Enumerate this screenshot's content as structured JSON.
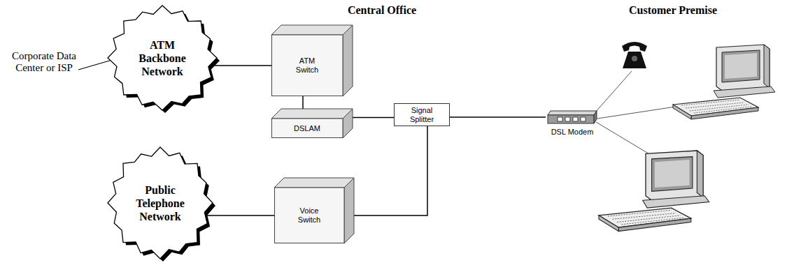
{
  "diagram": {
    "nodes": [
      {
        "text": [
          "ATM Backbone Network"
        ]
      },
      {
        "text": [
          "ATM Switch"
        ]
      },
      {
        "text": [
          "DSLAM"
        ]
      },
      {
        "text": [
          "Signal Splitter"
        ]
      },
      {
        "text": [
          "DSL Modem"
        ]
      },
      {
        "text": [
          "Public Telephone Network"
        ]
      },
      {
        "text": [
          "Voice Switch"
        ]
      }
    ],
    "edges": [
      {
        "from": 0,
        "to": 1,
        "arrow": "none"
      },
      {
        "from": 1,
        "to": 2,
        "arrow": "none"
      },
      {
        "from": 2,
        "to": 3,
        "arrow": "none"
      },
      {
        "from": 3,
        "to": 4,
        "arrow": "none"
      },
      {
        "from": 3,
        "to": 6,
        "arrow": "none"
      },
      {
        "from": 6,
        "to": 5,
        "arrow": "none"
      }
    ],
    "labels": [
      "Corporate Data Center or ISP",
      "Central Office",
      "Customer Premise"
    ]
  }
}
